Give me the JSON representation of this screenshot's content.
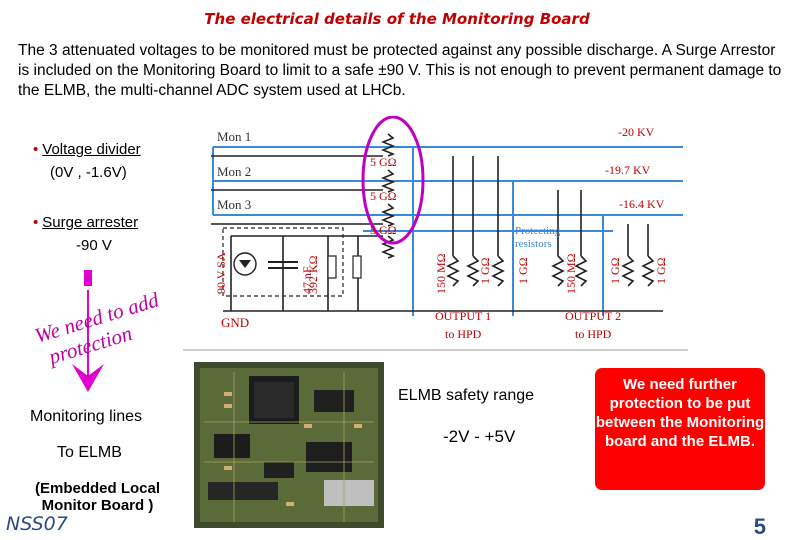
{
  "title": "The electrical details of the Monitoring Board",
  "intro": "The 3 attenuated voltages to be monitored must be protected against any possible discharge. A Surge Arrestor is included on the Monitoring Board to limit to a safe  ±90 V. This is not enough to prevent permanent damage to the ELMB, the multi-channel ADC system used at LHCb.",
  "bullets": [
    {
      "label": "Voltage divider",
      "detail": "(0V , -1.6V)"
    },
    {
      "label": "Surge arrester",
      "detail": "-90 V"
    }
  ],
  "note_line1": "We need to add",
  "note_line2": "protection",
  "monitoring_lines": "Monitoring lines",
  "to_elmb": "To ELMB",
  "elmb_full_1": "(Embedded Local",
  "elmb_full_2": "Monitor Board )",
  "safety_label": "ELMB safety range",
  "safety_range": "-2V - +5V",
  "callout": "We need further protection to be put between the Monitoring board and the ELMB.",
  "footer_left": "NSS07",
  "page_number": "5",
  "schematic": {
    "mon1": "Mon 1",
    "mon2": "Mon 2",
    "mon3": "Mon 3",
    "r5g": "5 GΩ",
    "v1": "-20 KV",
    "v2": "-19.7 KV",
    "v3": "-16.4 KV",
    "protecting": "Protecting",
    "resistors": "resistors",
    "sa": "90 V SA",
    "cap": "47 nF",
    "res392": "392 KΩ",
    "r150": "150 MΩ",
    "r1g": "1 GΩ",
    "gnd": "GND",
    "out1a": "OUTPUT 1",
    "out1b": "to HPD",
    "out2a": "OUTPUT 2",
    "out2b": "to HPD"
  },
  "colors": {
    "accent_red": "#c00000",
    "arrow_magenta": "#e000d0",
    "schematic_blue": "#3a8ad8",
    "callout_red": "#ff0000",
    "footer_blue": "#2b4b86"
  }
}
